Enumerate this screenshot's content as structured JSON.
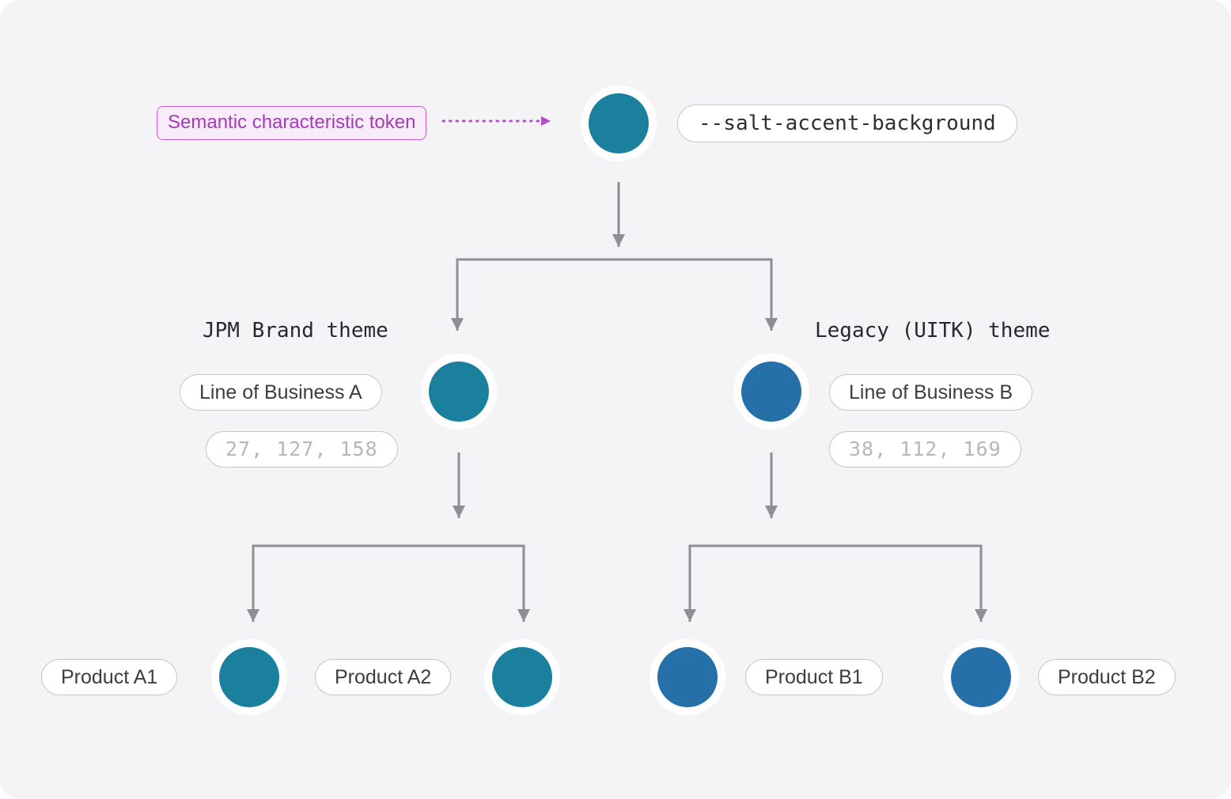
{
  "colors": {
    "teal": "#1b7f9e",
    "blue": "#2670a9",
    "arrow_gray": "#8e8e93",
    "annotation_purple": "#a63bb8",
    "canvas_background": "#f4f4f6"
  },
  "root": {
    "annotation": "Semantic characteristic token",
    "token": "--salt-accent-background",
    "color": "#1b7f9e"
  },
  "branches": [
    {
      "theme_label": "JPM Brand theme",
      "node_label": "Line of Business A",
      "rgb_value": "27, 127, 158",
      "color": "#1b7f9e",
      "products": [
        {
          "label": "Product A1"
        },
        {
          "label": "Product A2"
        }
      ]
    },
    {
      "theme_label": "Legacy (UITK) theme",
      "node_label": "Line of Business B",
      "rgb_value": "38, 112, 169",
      "color": "#2670a9",
      "products": [
        {
          "label": "Product B1"
        },
        {
          "label": "Product B2"
        }
      ]
    }
  ]
}
